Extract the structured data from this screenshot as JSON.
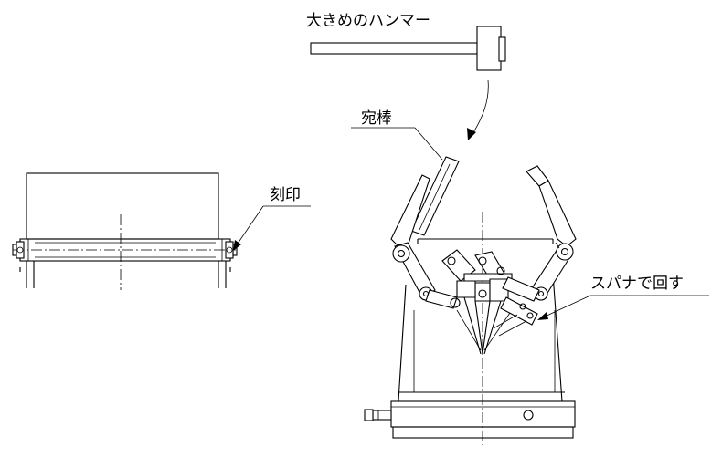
{
  "labels": {
    "hammer": "大きめのハンマー",
    "punch": "宛棒",
    "marking": "刻印",
    "wrench": "スパナで回す"
  }
}
